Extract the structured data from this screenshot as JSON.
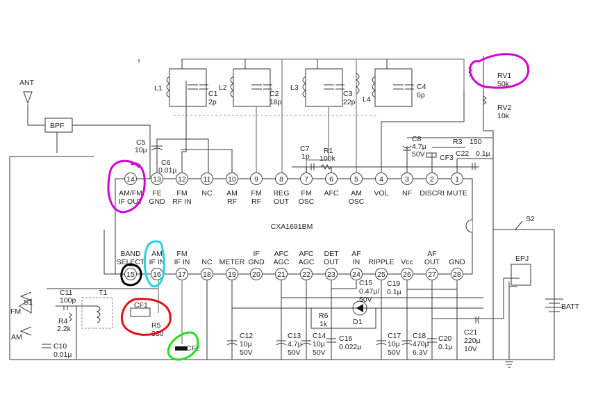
{
  "ic": {
    "name": "CXA1691BM",
    "top_pins": [
      {
        "num": "14",
        "label": [
          "AM/FM",
          "IF OUT"
        ]
      },
      {
        "num": "13",
        "label": [
          "FE",
          "GND"
        ]
      },
      {
        "num": "12",
        "label": [
          "FM",
          "RF IN"
        ]
      },
      {
        "num": "11",
        "label": [
          "NC"
        ]
      },
      {
        "num": "10",
        "label": [
          "AM",
          "RF"
        ]
      },
      {
        "num": "9",
        "label": [
          "FM",
          "RF"
        ]
      },
      {
        "num": "8",
        "label": [
          "REG",
          "OUT"
        ]
      },
      {
        "num": "7",
        "label": [
          "FM",
          "OSC"
        ]
      },
      {
        "num": "6",
        "label": [
          "AFC"
        ]
      },
      {
        "num": "5",
        "label": [
          "AM",
          "OSC"
        ]
      },
      {
        "num": "4",
        "label": [
          "VOL"
        ]
      },
      {
        "num": "3",
        "label": [
          "NF"
        ]
      },
      {
        "num": "2",
        "label": [
          "DISCRI"
        ]
      },
      {
        "num": "1",
        "label": [
          "MUTE"
        ]
      }
    ],
    "bottom_pins": [
      {
        "num": "15",
        "label": [
          "BAND",
          "SELECT"
        ]
      },
      {
        "num": "16",
        "label": [
          "AM",
          "IF IN"
        ]
      },
      {
        "num": "17",
        "label": [
          "FM",
          "IF IN"
        ]
      },
      {
        "num": "18",
        "label": [
          "NC"
        ]
      },
      {
        "num": "19",
        "label": [
          "METER"
        ]
      },
      {
        "num": "20",
        "label": [
          "IF",
          "GND"
        ]
      },
      {
        "num": "21",
        "label": [
          "AFC",
          "AGC"
        ]
      },
      {
        "num": "22",
        "label": [
          "AFC",
          "AGC"
        ]
      },
      {
        "num": "23",
        "label": [
          "DET",
          "OUT"
        ]
      },
      {
        "num": "24",
        "label": [
          "AF",
          "IN"
        ]
      },
      {
        "num": "25",
        "label": [
          "RIPPLE"
        ]
      },
      {
        "num": "26",
        "label": [
          "Vcc"
        ]
      },
      {
        "num": "27",
        "label": [
          "AF",
          "OUT"
        ]
      },
      {
        "num": "28",
        "label": [
          "GND"
        ]
      }
    ]
  },
  "components": {
    "ant": "ANT",
    "bpf": "BPF",
    "l1": "L1",
    "c1": "C1",
    "c1v": "2p",
    "l2": "L2",
    "c2": "C2",
    "c2v": "18p",
    "l3": "L3",
    "c3": "C3",
    "c3v": "22p",
    "l4": "L4",
    "c4": "C4",
    "c4v": "6p",
    "rv1": "RV1",
    "rv1v": "50k",
    "rv2": "RV2",
    "rv2v": "10k",
    "c5": "C5",
    "c5v": "10µ",
    "c6": "C6",
    "c6v": "0.01µ",
    "c7": "C7",
    "c7v": "1p",
    "r1": "R1",
    "r1v": "100k",
    "c8": "C8",
    "c8v": "4.7µ",
    "c8v2": "50V",
    "r3": "R3",
    "r3v": "150",
    "cf3": "CF3",
    "c22": "C22",
    "c22v": "0.1µ",
    "s2": "S2",
    "epj": "EPJ",
    "batt": "BATT",
    "c21": "C21",
    "c21v": "220µ",
    "c21v2": "10V",
    "s1": "S1",
    "fm": "FM",
    "am": "AM",
    "c11": "C11",
    "c11v": "100p",
    "t1": "T1",
    "r4": "R4",
    "r4v": "2.2k",
    "cf1": "CF1",
    "r5": "R5",
    "r5v": "330",
    "cf2": "CF2",
    "c10": "C10",
    "c10v": "0.01µ",
    "c12": "C12",
    "c12v": "10µ",
    "c12v2": "50V",
    "c13": "C13",
    "c13v": "4.7µ",
    "c13v2": "50V",
    "c14": "C14",
    "c14v": "10µ",
    "c14v2": "50V",
    "c15": "C15",
    "c15v": "0.47µ/",
    "c15v2": "50V",
    "r6": "R6",
    "r6v": "1k",
    "d1": "D1",
    "c16": "C16",
    "c16v": "0.022µ",
    "c17": "C17",
    "c17v": "10µ",
    "c17v2": "50V",
    "c18": "C18",
    "c18v": "470µ",
    "c18v2": "6.3V",
    "c19": "C19",
    "c19v": "0.1µ",
    "c20": "C20",
    "c20v": "0.1µ"
  },
  "annotation_colors": {
    "magenta": "#d400d4",
    "cyan": "#22d4e8",
    "black": "#000000",
    "red": "#e01010",
    "green": "#22dd22"
  }
}
